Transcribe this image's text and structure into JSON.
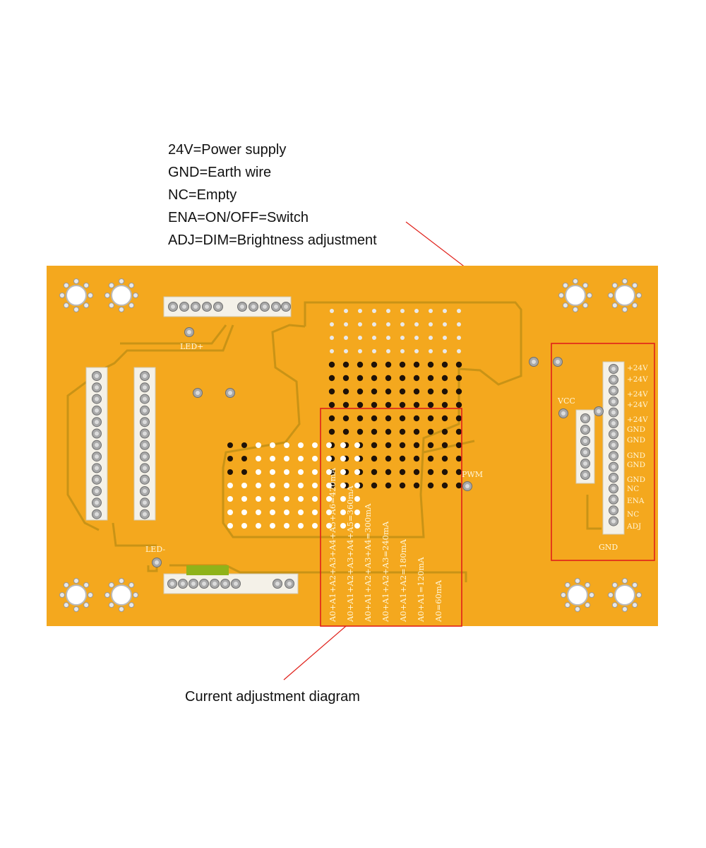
{
  "legend": {
    "lines": [
      "24V=Power supply",
      "GND=Earth wire",
      "NC=Empty",
      "ENA=ON/OFF=Switch",
      "ADJ=DIM=Brightness adjustment"
    ]
  },
  "caption": "Current adjustment diagram",
  "board": {
    "silkscreen": {
      "led_plus": "LED+",
      "led_minus": "LED-",
      "vcc": "VCC",
      "pwm": "PWM",
      "gnd_bottom": "GND"
    },
    "connector_pins": [
      "+24V",
      "+24V",
      "+24V",
      "+24V",
      "+24V",
      "GND",
      "GND",
      "GND",
      "GND",
      "GND",
      "NC",
      "ENA",
      "NC",
      "ADJ"
    ],
    "current_table": [
      "A0+A1+A2+A3+A4+A5+A6=420mA",
      "A0+A1+A2+A3+A4+A5=360mA",
      "A0+A1+A2+A3+A4=300mA",
      "A0+A1+A2+A3=240mA",
      "A0+A1+A2=180mA",
      "A0+A1=120mA",
      "A0=60mA"
    ]
  },
  "colors": {
    "board": "#f4a81e",
    "trace": "#c99316",
    "highlight": "#e0201a"
  }
}
